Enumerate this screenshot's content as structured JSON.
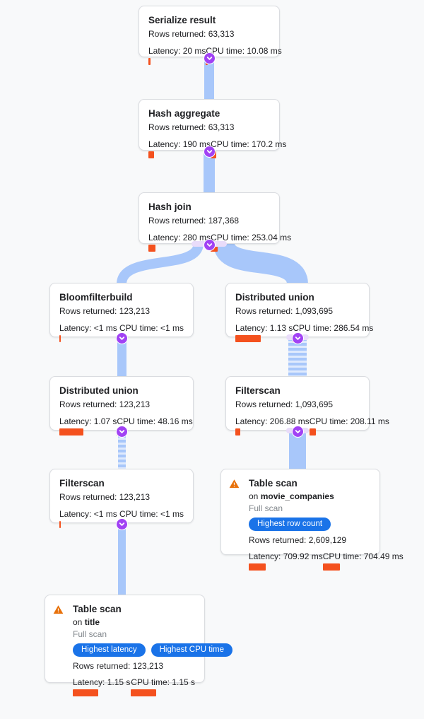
{
  "colors": {
    "background": "#f8f9fa",
    "card_border": "#dadce0",
    "edge_blue": "#a8c7fa",
    "marker_purple": "#a142f4",
    "metric_bar_orange": "#f4511e",
    "badge_blue": "#1a73e8",
    "warning_orange": "#e8710a"
  },
  "nodes": [
    {
      "title": "Serialize result",
      "rows": "Rows returned: 63,313",
      "latency": "Latency: 20 ms",
      "cpu": "CPU time: 10.08 ms",
      "latency_bar": 3,
      "cpu_bar": 3
    },
    {
      "title": "Hash aggregate",
      "rows": "Rows returned: 63,313",
      "latency": "Latency: 190 ms",
      "cpu": "CPU time: 170.2 ms",
      "latency_bar": 8,
      "cpu_bar": 8
    },
    {
      "title": "Hash join",
      "rows": "Rows returned: 187,368",
      "latency": "Latency: 280 ms",
      "cpu": "CPU time: 253.04 ms",
      "latency_bar": 10,
      "cpu_bar": 10
    },
    {
      "title": "Bloomfilterbuild",
      "rows": "Rows returned: 123,213",
      "latency": "Latency: <1 ms",
      "cpu": "CPU time: <1 ms",
      "latency_bar": 2,
      "cpu_bar": 2
    },
    {
      "title": "Distributed union",
      "rows": "Rows returned: 1,093,695",
      "latency": "Latency: 1.13 s",
      "cpu": "CPU time: 286.54 ms",
      "latency_bar": 36,
      "cpu_bar": 11
    },
    {
      "title": "Distributed union",
      "rows": "Rows returned: 123,213",
      "latency": "Latency: 1.07 s",
      "cpu": "CPU time: 48.16 ms",
      "latency_bar": 34,
      "cpu_bar": 3
    },
    {
      "title": "Filterscan",
      "rows": "Rows returned: 1,093,695",
      "latency": "Latency: 206.88 ms",
      "cpu": "CPU time: 208.11 ms",
      "latency_bar": 7,
      "cpu_bar": 9
    },
    {
      "title": "Filterscan",
      "rows": "Rows returned: 123,213",
      "latency": "Latency: <1 ms",
      "cpu": "CPU time: <1 ms",
      "latency_bar": 2,
      "cpu_bar": 2
    },
    {
      "title": "Table scan",
      "warning": true,
      "on_label": "on",
      "table": "movie_companies",
      "scan": "Full scan",
      "badges": [
        "Highest row count"
      ],
      "rows": "Rows returned: 2,609,129",
      "latency": "Latency: 709.92 ms",
      "cpu": "CPU time: 704.49 ms",
      "latency_bar": 24,
      "cpu_bar": 24
    },
    {
      "title": "Table scan",
      "warning": true,
      "on_label": "on",
      "table": "title",
      "scan": "Full scan",
      "badges": [
        "Highest latency",
        "Highest CPU time"
      ],
      "rows": "Rows returned: 123,213",
      "latency": "Latency: 1.15 s",
      "cpu": "CPU time: 1.15 s",
      "latency_bar": 36,
      "cpu_bar": 36
    }
  ],
  "edges": [
    {
      "from": "serialize-result",
      "to": "hash-aggregate",
      "style": "solid"
    },
    {
      "from": "hash-aggregate",
      "to": "hash-join",
      "style": "solid"
    },
    {
      "from": "hash-join",
      "to": "bloomfilterbuild",
      "style": "solid"
    },
    {
      "from": "hash-join",
      "to": "distributed-union-right",
      "style": "solid"
    },
    {
      "from": "bloomfilterbuild",
      "to": "distributed-union-left",
      "style": "solid"
    },
    {
      "from": "distributed-union-right",
      "to": "filterscan-right",
      "style": "striped"
    },
    {
      "from": "distributed-union-left",
      "to": "filterscan-left",
      "style": "striped"
    },
    {
      "from": "filterscan-right",
      "to": "table-scan-movie-companies",
      "style": "solid"
    },
    {
      "from": "filterscan-left",
      "to": "table-scan-title",
      "style": "solid"
    }
  ]
}
